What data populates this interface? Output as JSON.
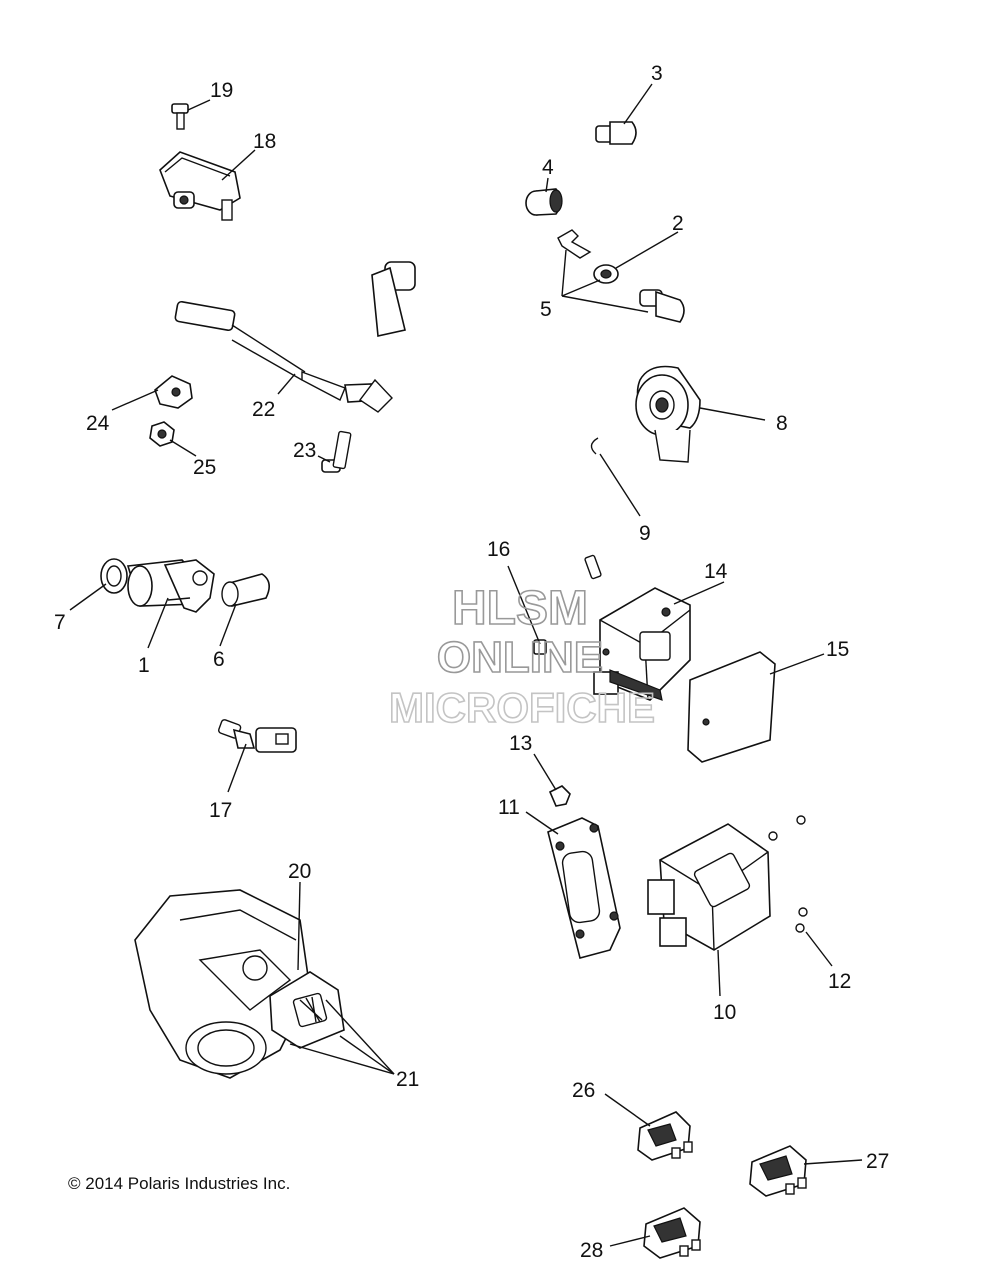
{
  "watermark": {
    "line1": "HLSM",
    "line2": "ONLINE",
    "line3": "MICROFICHE"
  },
  "copyright": "© 2014 Polaris Industries Inc.",
  "callouts": [
    "1",
    "2",
    "3",
    "4",
    "5",
    "6",
    "7",
    "8",
    "9",
    "10",
    "11",
    "12",
    "13",
    "14",
    "15",
    "16",
    "17",
    "18",
    "19",
    "20",
    "21",
    "22",
    "23",
    "24",
    "25",
    "26",
    "27",
    "28"
  ]
}
